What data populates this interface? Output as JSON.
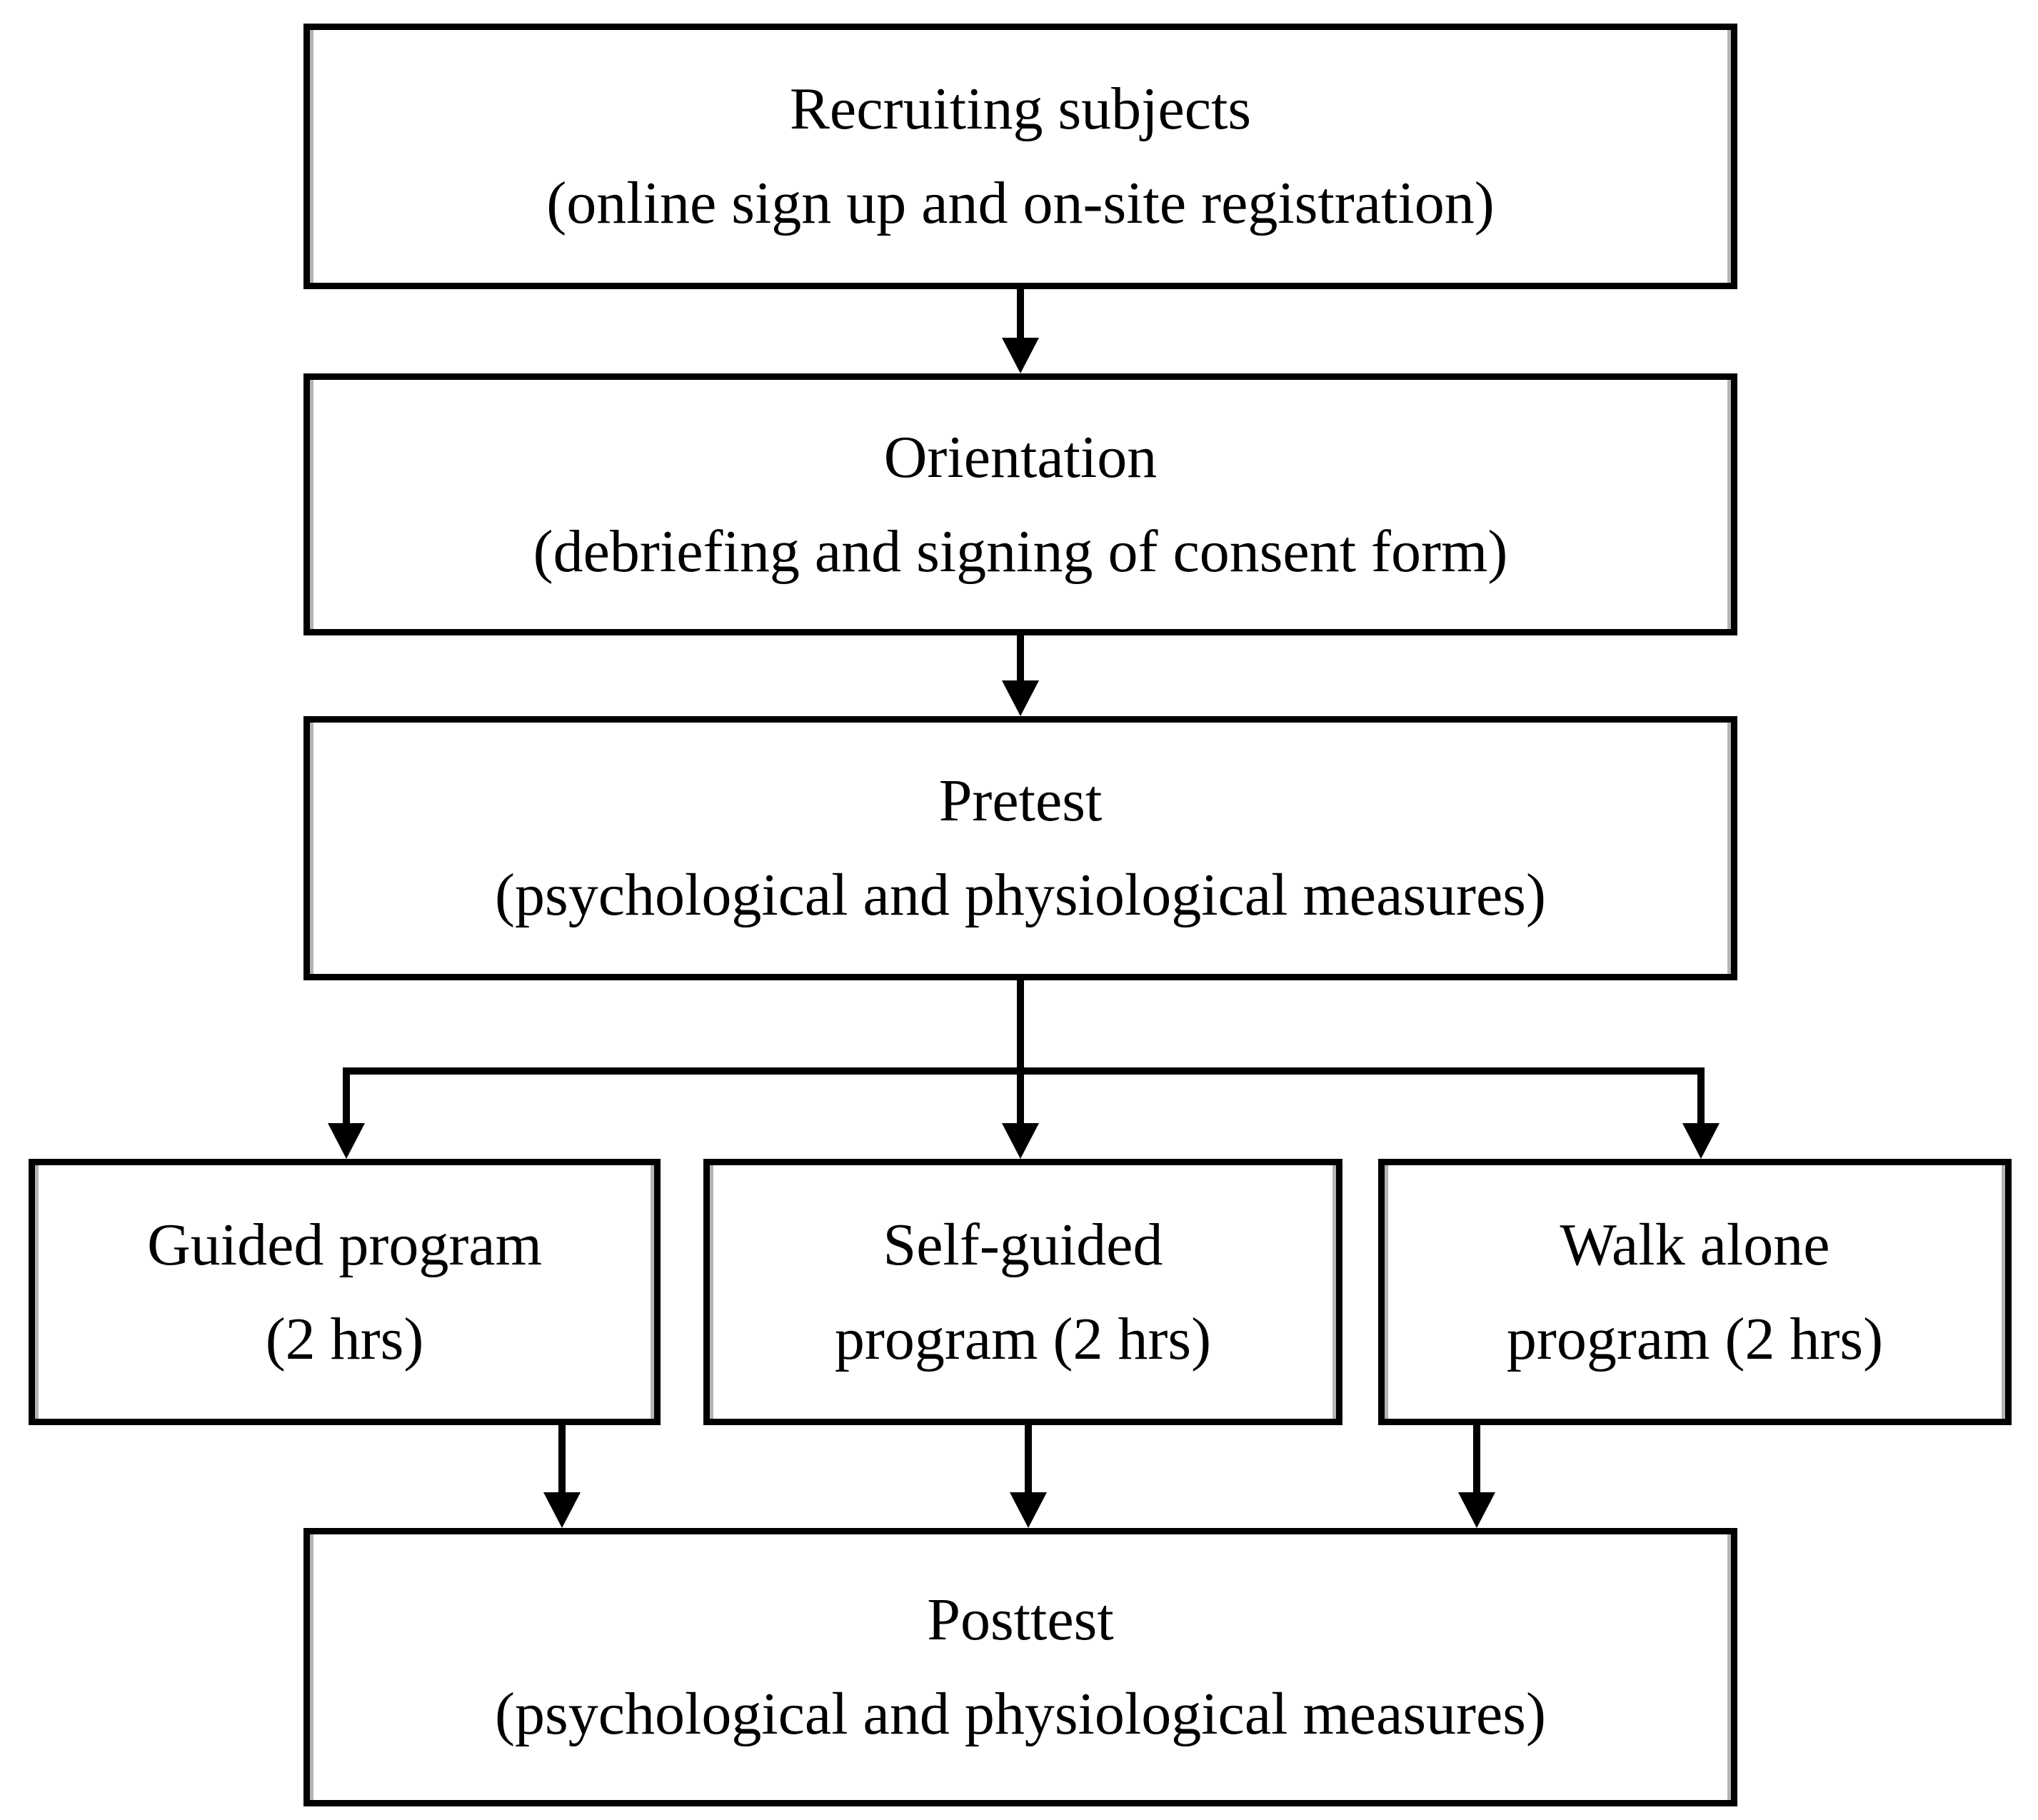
{
  "diagram": {
    "type": "flowchart",
    "colors": {
      "line": "#000000",
      "text": "#000000",
      "background": "#ffffff",
      "inner_shadow": "#b4b4b4"
    },
    "boxes": [
      {
        "id": "recruiting",
        "line1": "Recruiting subjects",
        "line2": "(online sign up and on-site registration)"
      },
      {
        "id": "orientation",
        "line1": "Orientation",
        "line2": "(debriefing and signing of consent form)"
      },
      {
        "id": "pretest",
        "line1": "Pretest",
        "line2": "(psychological and physiological measures)"
      },
      {
        "id": "guided",
        "line1": "Guided program",
        "line2": "(2 hrs)"
      },
      {
        "id": "self_guided",
        "line1": "Self-guided",
        "line2": "program (2 hrs)"
      },
      {
        "id": "walk_alone",
        "line1": "Walk alone",
        "line2": "program (2 hrs)"
      },
      {
        "id": "posttest",
        "line1": "Posttest",
        "line2": "(psychological and physiological measures)"
      }
    ],
    "flow": [
      "recruiting -> orientation",
      "orientation -> pretest",
      "pretest -> guided | self_guided | walk_alone",
      "guided | self_guided | walk_alone -> posttest"
    ]
  }
}
